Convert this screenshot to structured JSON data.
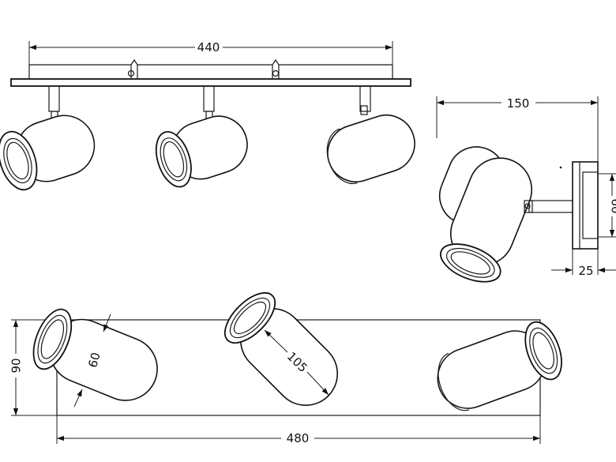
{
  "dimensions": {
    "plate_length": "440",
    "depth": "150",
    "height": "60",
    "plate_thickness": "25",
    "plate_width": "90",
    "spot_diameter": "60",
    "spot_length": "105",
    "total_length": "480"
  }
}
